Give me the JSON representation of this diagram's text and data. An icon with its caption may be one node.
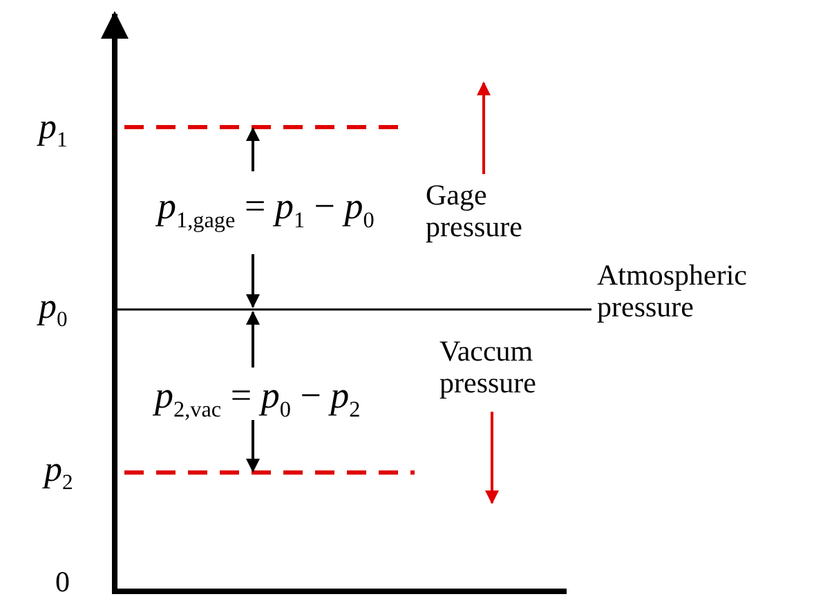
{
  "diagram": {
    "labels": [
      "*p*$_{1}$",
      "*p*$_{1,gage}$ = *p*$_{1}$ − *p*$_{0}$",
      "Gage pressure",
      "Atmospheric pressure",
      "*p*$_{0}$",
      "Vaccum pressure",
      "*p*$_{2,vac}$ = *p*$_{0}$ − *p*$_{2}$",
      "*p*$_{2}$",
      "0"
    ]
  }
}
